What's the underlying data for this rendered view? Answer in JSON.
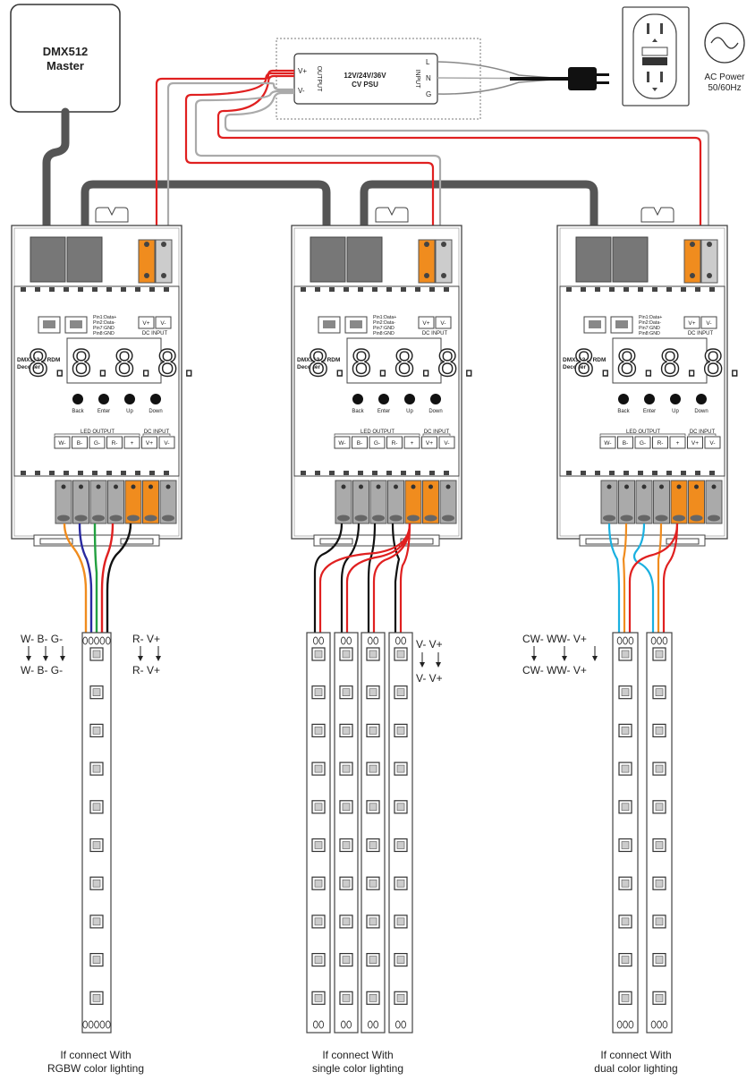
{
  "master": {
    "line1": "DMX512",
    "line2": "Master"
  },
  "psu": {
    "title_line1": "12V/24V/36V",
    "title_line2": "CV PSU",
    "output_label": "OUTPUT",
    "input_label": "INPUT",
    "v_plus": "V+",
    "v_minus": "V-",
    "l": "L",
    "n": "N",
    "g": "G"
  },
  "ac": {
    "line1": "AC Power",
    "line2": "50/60Hz"
  },
  "decoder": {
    "name_line1": "DMX512 & RDM",
    "name_line2": "Decoder",
    "display": "8.8.8.8.",
    "pins": [
      "Pin1:Data+",
      "Pin2:Data-",
      "Pin7:GND",
      "Pin8:GND"
    ],
    "dc_input_label": "DC INPUT",
    "v_plus": "V+",
    "v_minus": "V-",
    "led_output_label": "LED OUTPUT",
    "buttons": [
      "Back",
      "Enter",
      "Up",
      "Down"
    ],
    "outputs": [
      "W-",
      "B-",
      "G-",
      "R-",
      "+",
      "V+",
      "V-"
    ]
  },
  "rgbw": {
    "left_row1": "W-  B-  G-",
    "left_row2": "W-  B-  G-",
    "right_row1": "R-  V+",
    "right_row2": "R-  V+",
    "caption_line1": "If connect With",
    "caption_line2": "RGBW color lighting"
  },
  "single": {
    "row1": "V-  V+",
    "row2": "V-  V+",
    "caption_line1": "If connect With",
    "caption_line2": "single color lighting"
  },
  "dual": {
    "row1": "CW-   WW-   V+",
    "row2": "CW-   WW-   V+",
    "caption_line1": "If connect With",
    "caption_line2": "dual color lighting"
  },
  "strip_pad_mark": "o"
}
